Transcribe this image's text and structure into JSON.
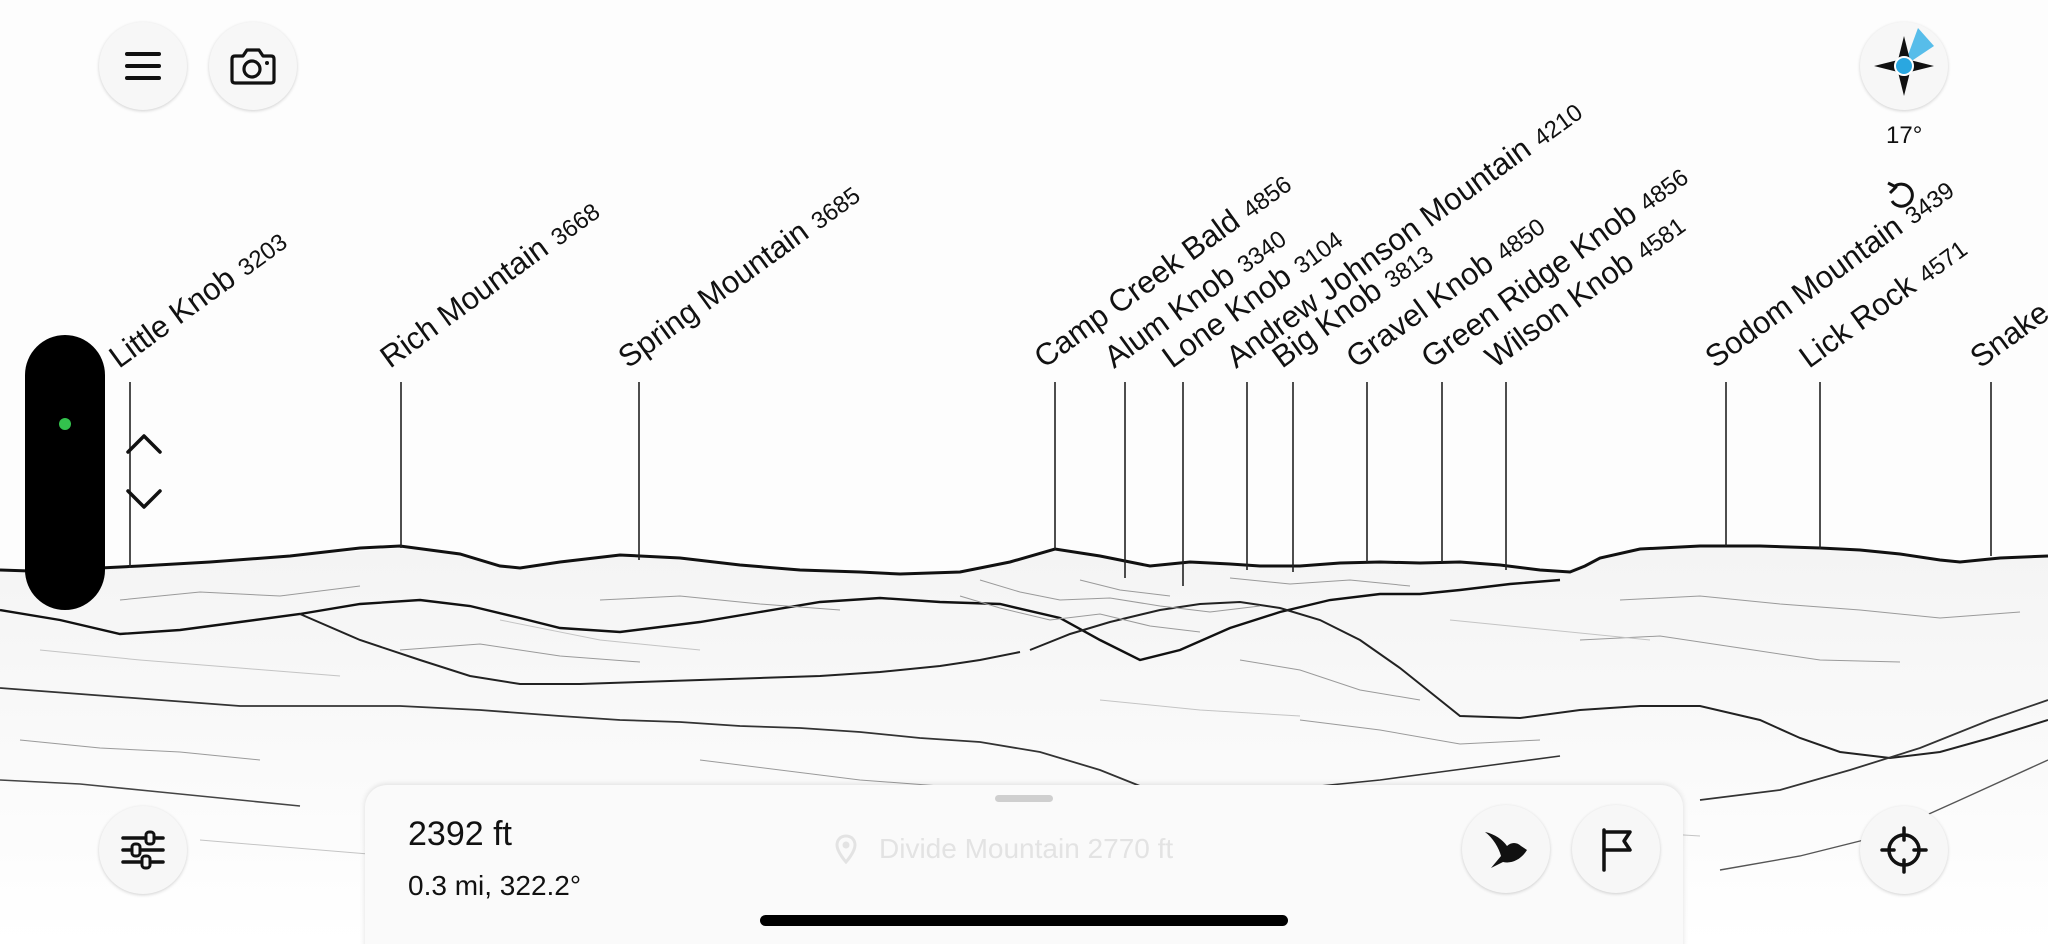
{
  "toolbar": {
    "menu_icon": "hamburger-menu-icon",
    "camera_icon": "camera-icon",
    "settings_icon": "sliders-icon",
    "locate_icon": "crosshair-icon",
    "bird_icon": "bird-icon",
    "flag_icon": "flag-icon"
  },
  "compass": {
    "icon": "compass-rose-icon",
    "heading_label": "17°",
    "accent_color": "#3bb3e8"
  },
  "zoom_control": {
    "indicator_color": "#33c24d",
    "up_icon": "chevron-up-icon",
    "down_icon": "chevron-down-icon"
  },
  "peaks": [
    {
      "name": "Little Knob",
      "elevation": "3203"
    },
    {
      "name": "Rich Mountain",
      "elevation": "3668"
    },
    {
      "name": "Spring Mountain",
      "elevation": "3685"
    },
    {
      "name": "Camp Creek Bald",
      "elevation": "4856"
    },
    {
      "name": "Alum Knob",
      "elevation": "3340"
    },
    {
      "name": "Lone Knob",
      "elevation": "3104"
    },
    {
      "name": "Andrew Johnson Mountain",
      "elevation": "4210"
    },
    {
      "name": "Big Knob",
      "elevation": "3813"
    },
    {
      "name": "Gravel Knob",
      "elevation": "4850"
    },
    {
      "name": "Green Ridge Knob",
      "elevation": "4856"
    },
    {
      "name": "Wilson Knob",
      "elevation": "4581"
    },
    {
      "name": "Sodom Mountain",
      "elevation": "3439"
    },
    {
      "name": "Lick Rock",
      "elevation": "4571"
    },
    {
      "name": "Snake",
      "elevation": ""
    }
  ],
  "info_panel": {
    "elevation": "2392 ft",
    "distance_bearing": "0.3 mi, 322.2°",
    "location_icon": "location-pin-icon",
    "location_label": "Divide Mountain 2770 ft"
  }
}
